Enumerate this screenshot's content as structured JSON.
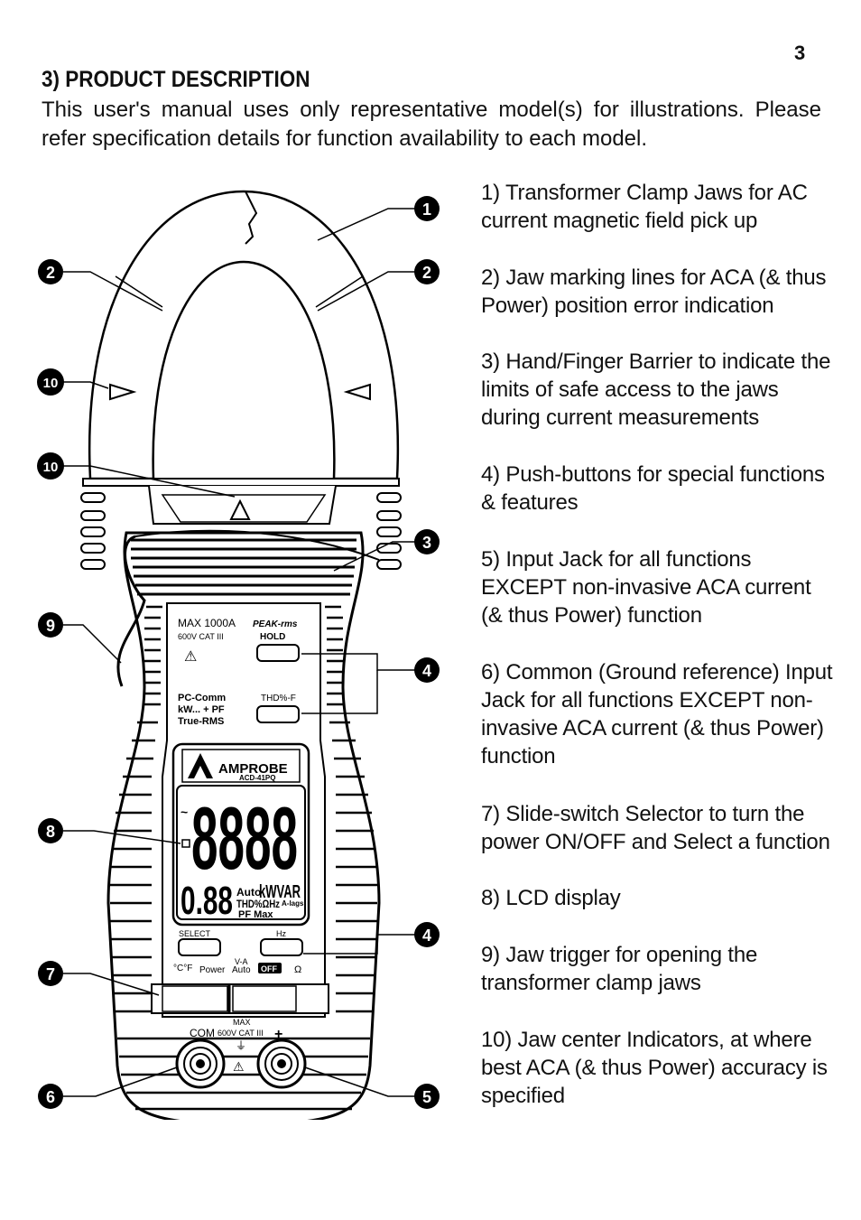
{
  "page": {
    "number": "3",
    "heading": "3) PRODUCT DESCRIPTION",
    "intro": "This user's manual uses only representative model(s) for illustrations. Please refer specification details for function availability to each model."
  },
  "callouts": [
    "1",
    "2",
    "2",
    "10",
    "10",
    "3",
    "9",
    "4",
    "8",
    "4",
    "7",
    "6",
    "5"
  ],
  "meter": {
    "max_label": "MAX 1000A",
    "cat_label": "600V CAT III",
    "peak_label": "PEAK-rms",
    "hold_label": "HOLD",
    "pc_comm": "PC-Comm",
    "kw_pf": "kW... + PF",
    "true_rms": "True-RMS",
    "thd_label": "THD%-F",
    "brand": "AMPROBE",
    "model": "ACD-41PQ",
    "lcd_main": "8888",
    "lcd_sub": "0.88",
    "lcd_auto": "Auto",
    "lcd_kwvar": "kWVAR",
    "lcd_thd": "THD%ΩHz",
    "lcd_alags": "A-lags",
    "lcd_pfmax": "PF Max",
    "select_label": "SELECT",
    "hz_label": "Hz",
    "temp_label": "°C°F",
    "power_label": "Power",
    "va_label": "V-A",
    "auto_label": "Auto",
    "off_label": "OFF",
    "ohm_label": "Ω",
    "com_label": "COM",
    "jack_max": "MAX",
    "jack_cat": "600V CAT III",
    "plus_label": "+"
  },
  "descriptions": [
    {
      "number": "1)",
      "text": "1) Transformer Clamp Jaws for AC current magnetic field pick up"
    },
    {
      "number": "2)",
      "text": "2) Jaw marking lines for ACA (& thus Power) position error indication"
    },
    {
      "number": "3)",
      "text": "3) Hand/Finger Barrier to indicate the limits of safe access to the jaws during current measurements"
    },
    {
      "number": "4)",
      "text": "4) Push-buttons for special functions & features"
    },
    {
      "number": "5)",
      "text": "5) Input Jack for all functions EXCEPT non-invasive ACA current (& thus Power) function"
    },
    {
      "number": "6)",
      "text": "6) Common (Ground reference) Input Jack for all functions EXCEPT non-invasive ACA current (& thus Power) function"
    },
    {
      "number": "7)",
      "text": "7) Slide-switch Selector to turn the power ON/OFF and Select a function"
    },
    {
      "number": "8)",
      "text": "8) LCD display"
    },
    {
      "number": "9)",
      "text": "9) Jaw trigger for opening the transformer clamp jaws"
    },
    {
      "number": "10)",
      "text": "10) Jaw center Indicators, at where best ACA (& thus Power) accuracy is specified"
    }
  ]
}
